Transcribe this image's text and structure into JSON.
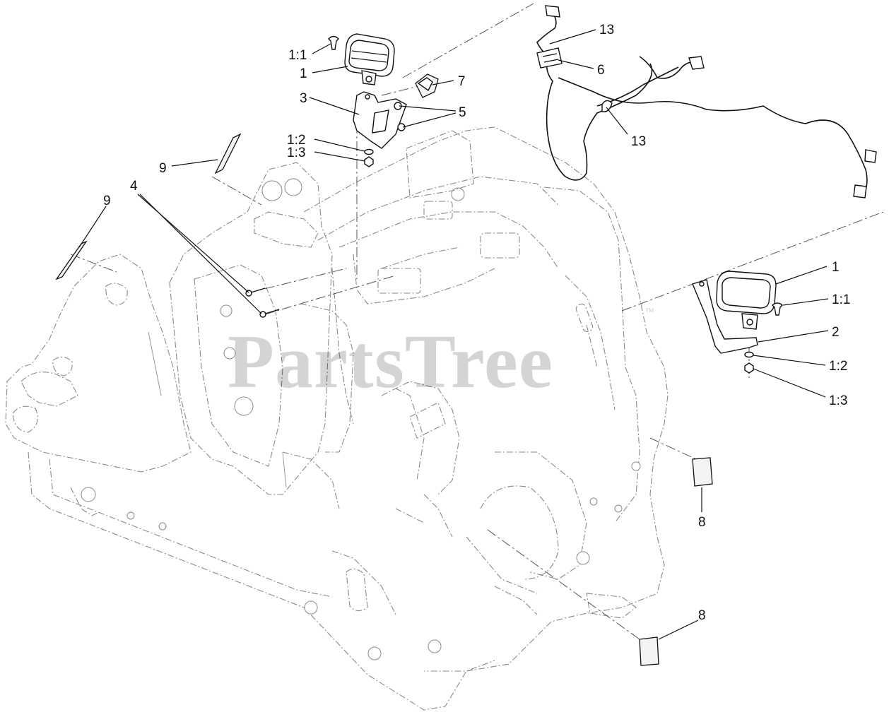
{
  "watermark": {
    "brand": "PartsTree",
    "trademark": "™"
  },
  "callouts": [
    {
      "label": "1:1"
    },
    {
      "label": "1"
    },
    {
      "label": "3"
    },
    {
      "label": "7"
    },
    {
      "label": "5"
    },
    {
      "label": "1:2"
    },
    {
      "label": "1:3"
    },
    {
      "label": "9"
    },
    {
      "label": "4"
    },
    {
      "label": "9"
    },
    {
      "label": "13"
    },
    {
      "label": "6"
    },
    {
      "label": "13"
    },
    {
      "label": "1"
    },
    {
      "label": "1:1"
    },
    {
      "label": "2"
    },
    {
      "label": "1:2"
    },
    {
      "label": "1:3"
    },
    {
      "label": "8"
    },
    {
      "label": "8"
    }
  ],
  "parts": {
    "work_light_left": "work-light-icon",
    "work_light_right": "work-light-icon",
    "wire_harness": "wire-harness-icon",
    "switch": "switch-icon",
    "connector": "connector-icon",
    "decal": "decal-icon",
    "loader_frame": "frame-outline-icon"
  }
}
